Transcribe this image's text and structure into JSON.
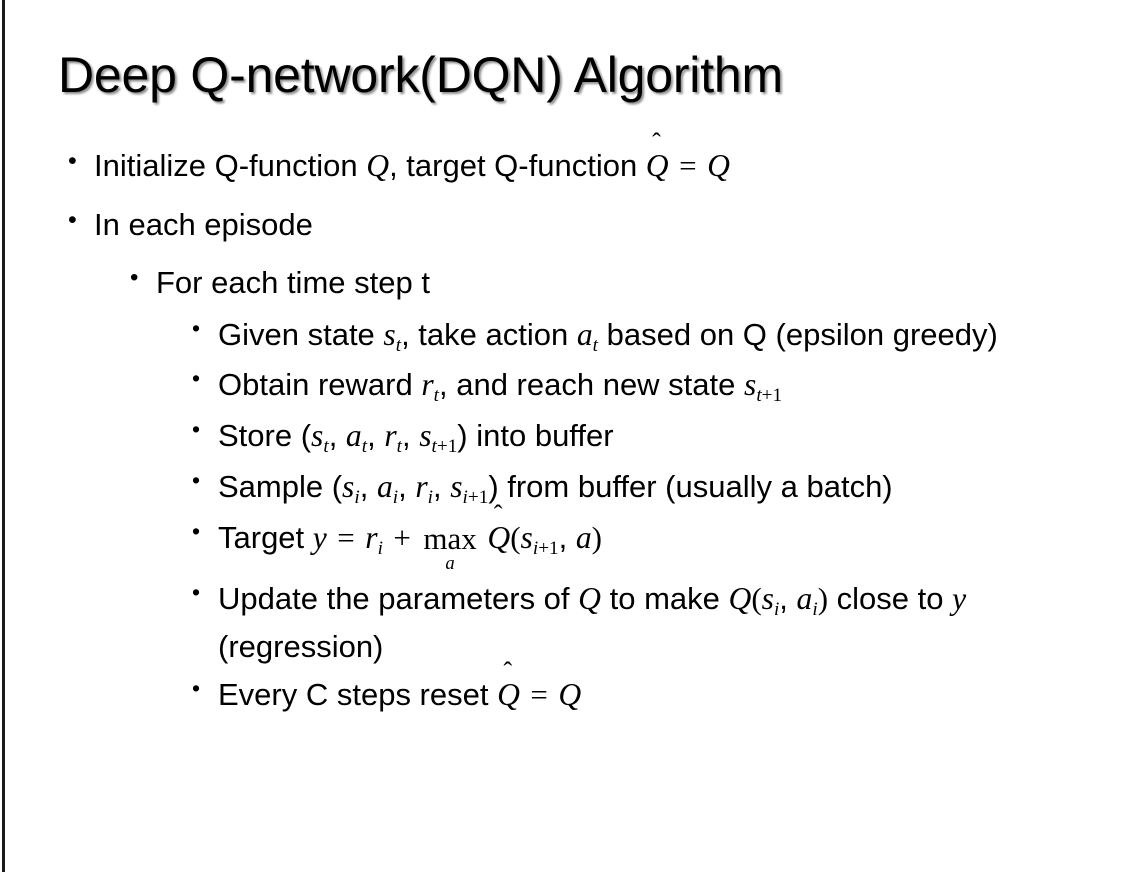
{
  "slide": {
    "title": "Deep Q-network(DQN) Algorithm",
    "background_color": "#ffffff",
    "text_color": "#000000",
    "left_rule_color": "#1a1a1a",
    "bullet_glyph": "•"
  },
  "bullets": {
    "b1": {
      "level": 1,
      "plain": "Initialize Q-function Q, target Q-function Q̂ = Q",
      "lead": "Initialize Q-function ",
      "mid": ", target Q-function ",
      "var_q": "Q",
      "equals": "=",
      "var_q2": "Q"
    },
    "b2": {
      "level": 1,
      "plain": "In each episode",
      "text": "In each episode"
    },
    "b3": {
      "level": 2,
      "plain": "For each time step t",
      "text": "For each time step t"
    },
    "b4": {
      "level": 3,
      "plain": "Given state s_t, take action a_t based on Q (epsilon greedy)",
      "lead": "Given state ",
      "var_s": "s",
      "sub_t": "t",
      "mid": ", take action ",
      "var_a": "a",
      "tail": " based on Q (epsilon greedy)"
    },
    "b5": {
      "level": 3,
      "plain": "Obtain reward r_t, and reach new state s_{t+1}",
      "lead": "Obtain reward ",
      "var_r": "r",
      "sub_t": "t",
      "mid": ", and reach new state ",
      "var_s": "s",
      "sub_t1_t": "t",
      "sub_t1_plus": "+1"
    },
    "b6": {
      "level": 3,
      "plain": "Store (s_t, a_t, r_t, s_{t+1}) into buffer",
      "lead": "Store (",
      "var_s": "s",
      "var_a": "a",
      "var_r": "r",
      "var_s2": "s",
      "sub_t": "t",
      "sub_plus1": "+1",
      "sep": ", ",
      "tail": ") into buffer"
    },
    "b7": {
      "level": 3,
      "plain": "Sample (s_i, a_i, r_i, s_{i+1}) from buffer (usually a batch)",
      "lead": "Sample (",
      "var_s": "s",
      "var_a": "a",
      "var_r": "r",
      "var_s2": "s",
      "sub_i": "i",
      "sub_plus1": "+1",
      "sep": ", ",
      "tail": ") from buffer (usually a batch)"
    },
    "b8": {
      "level": 3,
      "plain": "Target y = r_i + max_a Q̂(s_{i+1}, a)",
      "lead": "Target ",
      "var_y": "y",
      "equals": "=",
      "var_r": "r",
      "sub_i": "i",
      "plus": "+",
      "max_label": "max",
      "max_limit": "a",
      "var_q": "Q",
      "open_paren": "(",
      "var_s": "s",
      "sub_i1_i": "i",
      "sub_i1_plus": "+1",
      "sep": ", ",
      "var_a": "a",
      "close_paren": ")"
    },
    "b9": {
      "level": 3,
      "plain": "Update the parameters of Q to make Q(s_i, a_i) close to y (regression)",
      "lead": "Update the parameters of ",
      "var_q": "Q",
      "mid": " to make ",
      "var_q2": "Q",
      "open_paren": "(",
      "var_s": "s",
      "sub_i": "i",
      "sep": ", ",
      "var_a": "a",
      "close_paren": ")",
      "mid2": " close to ",
      "var_y": "y",
      "tail": " (regression)"
    },
    "b10": {
      "level": 3,
      "plain": "Every C steps reset Q̂ = Q",
      "lead": "Every C steps reset ",
      "var_q": "Q",
      "equals": "=",
      "var_q2": "Q"
    }
  }
}
